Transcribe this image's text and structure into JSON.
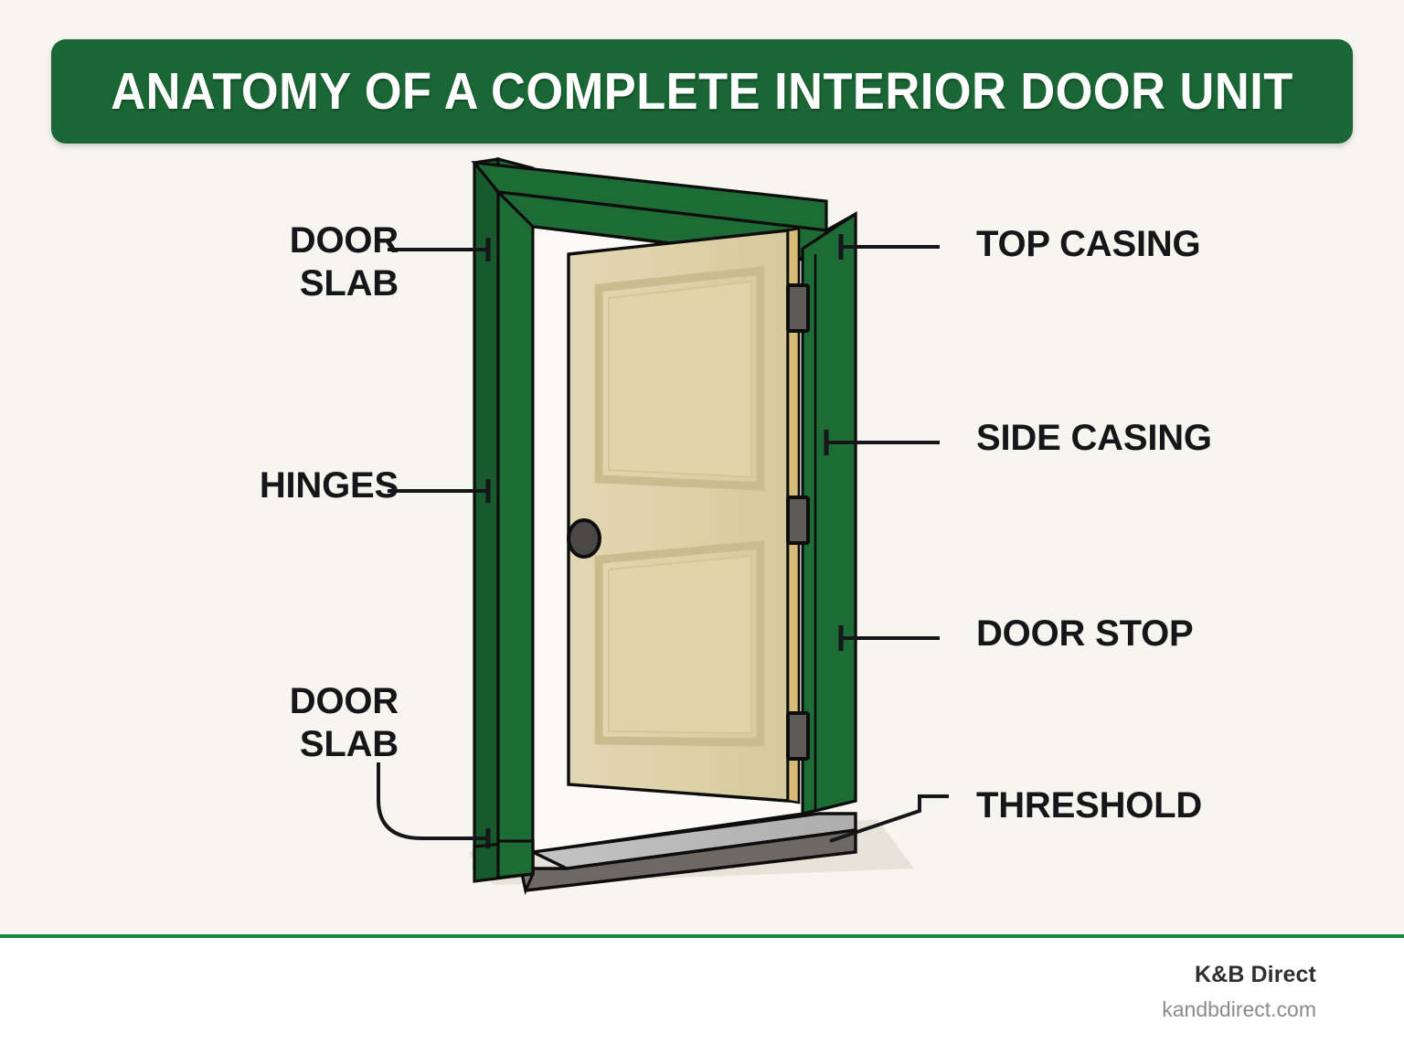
{
  "title": {
    "text": "ANATOMY OF A COMPLETE INTERIOR DOOR UNIT",
    "banner_color": "#1a6634",
    "text_color": "#ffffff"
  },
  "page": {
    "background_color": "#f7f5ef"
  },
  "labels": {
    "left": [
      {
        "id": "door-slab-top",
        "text": "DOOR\nSLAB",
        "leader": "straight"
      },
      {
        "id": "hinges",
        "text": "HINGES",
        "leader": "straight"
      },
      {
        "id": "door-slab-bottom",
        "text": "DOOR\nSLAB",
        "leader": "curved"
      }
    ],
    "right": [
      {
        "id": "top-casing",
        "text": "TOP CASING",
        "leader": "straight"
      },
      {
        "id": "side-casing",
        "text": "SIDE CASING",
        "leader": "straight"
      },
      {
        "id": "door-stop",
        "text": "DOOR STOP",
        "leader": "straight"
      },
      {
        "id": "threshold",
        "text": "THRESHOLD",
        "leader": "stepped"
      }
    ]
  },
  "diagram": {
    "type": "interior-door-unit-isometric",
    "parts": [
      {
        "name": "door-casing-frame",
        "color": "#1d6b35",
        "shade_color": "#175a2b"
      },
      {
        "name": "door-slab",
        "color": "#ddd1a8",
        "panel_border_color": "#c9bc8e"
      },
      {
        "name": "door-edge-strip",
        "color": "#d9bb78"
      },
      {
        "name": "hinges",
        "color": "#5e5a58",
        "count": 3
      },
      {
        "name": "door-knob",
        "color": "#4a4847"
      },
      {
        "name": "threshold-top",
        "color": "#b9b9b9"
      },
      {
        "name": "threshold-face",
        "color": "#6e6865"
      },
      {
        "name": "floor-shadow",
        "color": "#e4e1d8"
      },
      {
        "name": "outline",
        "color": "#0d0d0d"
      }
    ]
  },
  "footer": {
    "brand": "K&B Direct",
    "url": "kandbdirect.com",
    "divider_color": "#15883c"
  }
}
